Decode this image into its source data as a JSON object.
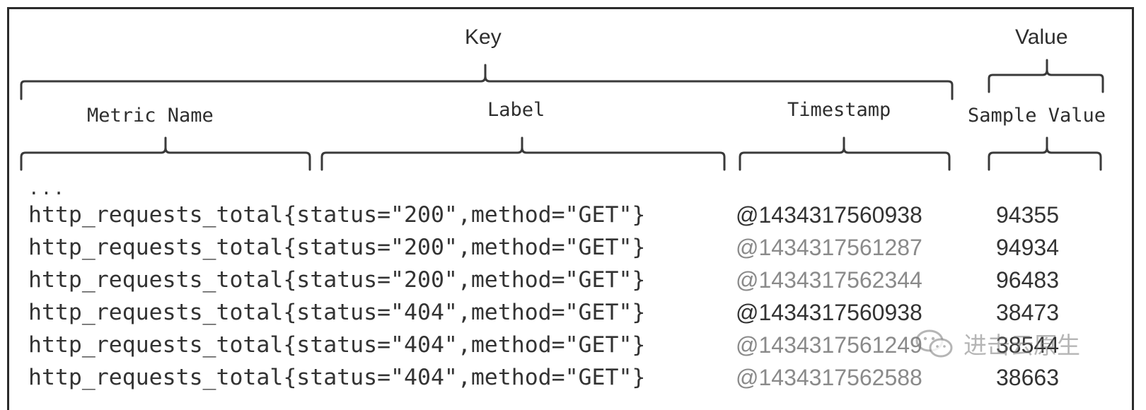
{
  "labels": {
    "key": "Key",
    "value": "Value",
    "metric_name": "Metric Name",
    "label": "Label",
    "timestamp": "Timestamp",
    "sample_value": "Sample Value"
  },
  "ellipsis": "...",
  "rows": [
    {
      "metric": "http_requests_total{status=\"200\",method=\"GET\"}",
      "timestamp": "@1434317560938",
      "value": "94355"
    },
    {
      "metric": "http_requests_total{status=\"200\",method=\"GET\"}",
      "timestamp": "@1434317561287",
      "value": "94934"
    },
    {
      "metric": "http_requests_total{status=\"200\",method=\"GET\"}",
      "timestamp": "@1434317562344",
      "value": "96483"
    },
    {
      "metric": "http_requests_total{status=\"404\",method=\"GET\"}",
      "timestamp": "@1434317560938",
      "value": "38473"
    },
    {
      "metric": "http_requests_total{status=\"404\",method=\"GET\"}",
      "timestamp": "@1434317561249",
      "value": "38544"
    },
    {
      "metric": "http_requests_total{status=\"404\",method=\"GET\"}",
      "timestamp": "@1434317562588",
      "value": "38663"
    }
  ],
  "watermark": {
    "text": "进击云原生",
    "icon": "wechat-icon"
  }
}
